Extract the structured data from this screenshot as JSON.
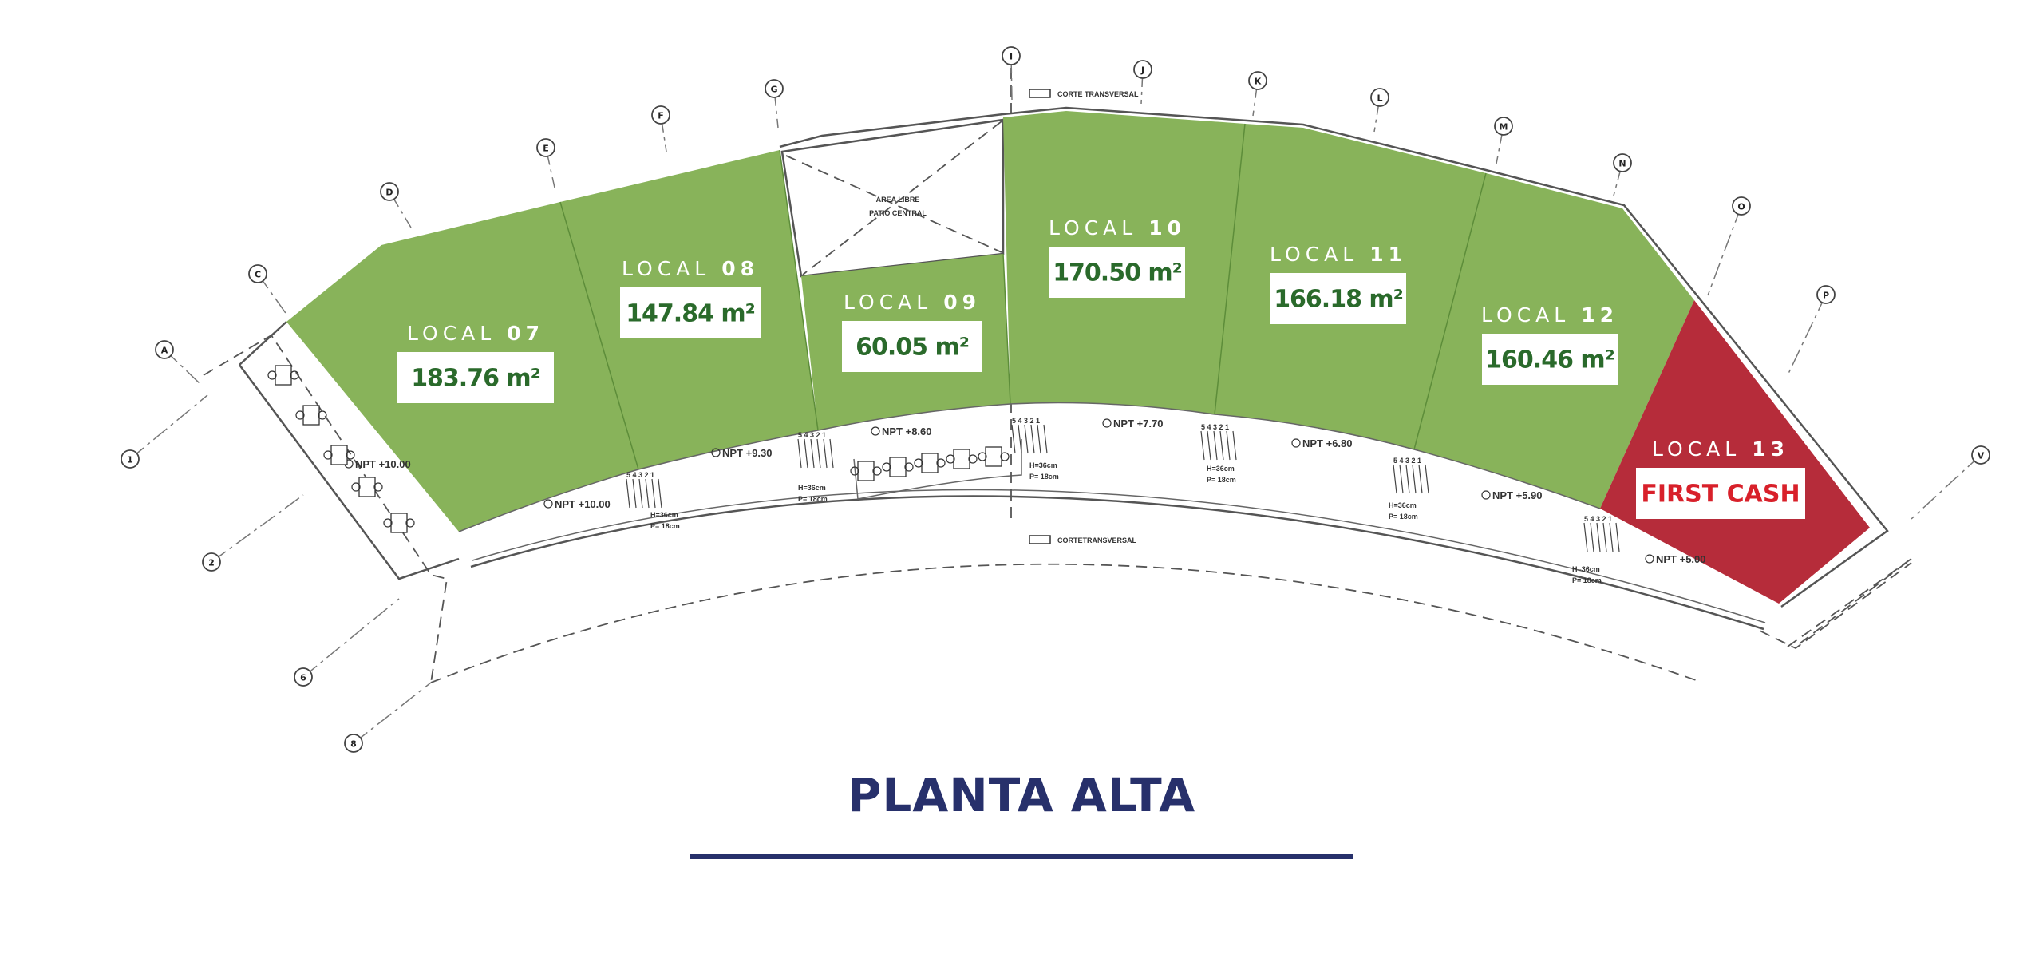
{
  "title": "PLANTA ALTA",
  "colors": {
    "green": "#88b35a",
    "red": "#b62c3a",
    "title": "#27306b",
    "area_text": "#2a6a2b"
  },
  "locals": [
    {
      "prefix": "LOCAL",
      "number": "07",
      "area": "183.76 m²"
    },
    {
      "prefix": "LOCAL",
      "number": "08",
      "area": "147.84 m²"
    },
    {
      "prefix": "LOCAL",
      "number": "09",
      "area": "60.05 m²"
    },
    {
      "prefix": "LOCAL",
      "number": "10",
      "area": "170.50 m²"
    },
    {
      "prefix": "LOCAL",
      "number": "11",
      "area": "166.18 m²"
    },
    {
      "prefix": "LOCAL",
      "number": "12",
      "area": "160.46 m²"
    },
    {
      "prefix": "LOCAL",
      "number": "13",
      "area": "FIRST CASH"
    }
  ],
  "patio": {
    "line1": "AREA LIBRE",
    "line2": "PATIO CENTRAL"
  },
  "sections": {
    "top": "CORTE TRANSVERSAL",
    "bottom": "CORTETRANSVERSAL"
  },
  "grid_axes": [
    "A",
    "C",
    "D",
    "E",
    "F",
    "G",
    "I",
    "J",
    "K",
    "L",
    "M",
    "N",
    "O",
    "P",
    "V",
    "1",
    "2",
    "6",
    "8"
  ],
  "levels": [
    "NPT +10.00",
    "NPT +10.00",
    "NPT +9.30",
    "NPT +8.60",
    "NPT +7.70",
    "NPT +6.80",
    "NPT +5.90",
    "NPT +5.00"
  ],
  "stairs": {
    "steps": "5 4 3 2 1",
    "h": "H=36cm",
    "p": "P= 18cm"
  }
}
